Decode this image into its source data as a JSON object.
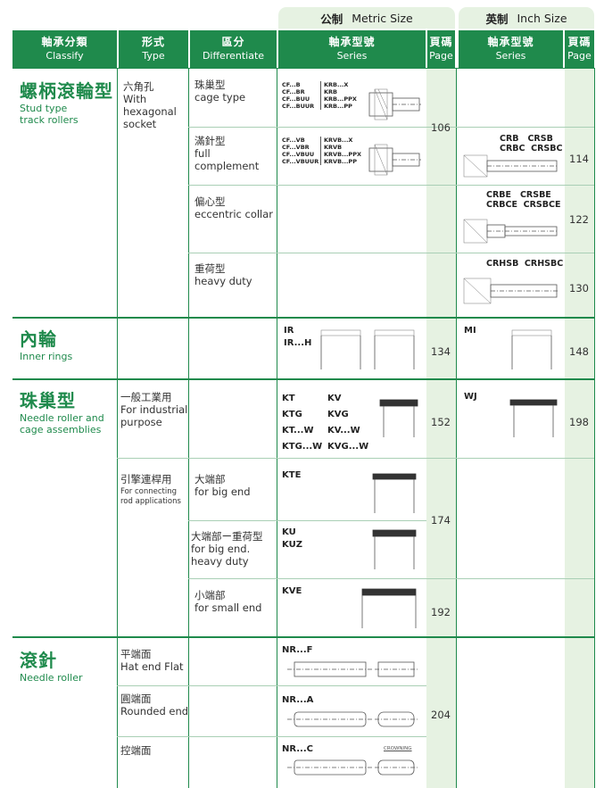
{
  "header": {
    "metric_zh": "公制",
    "metric_en": "Metric Size",
    "inch_zh": "英制",
    "inch_en": "Inch Size",
    "columns": {
      "classify_zh": "軸承分類",
      "classify_en": "Classify",
      "type_zh": "形式",
      "type_en": "Type",
      "diff_zh": "區分",
      "diff_en": "Differentiate",
      "series_zh": "軸承型號",
      "series_en": "Series",
      "page_zh": "頁碼",
      "page_en": "Page"
    }
  },
  "stud": {
    "classify_zh": "螺柄滾輪型",
    "classify_en": "Stud type\ntrack rollers",
    "type_zh": "六角孔",
    "type_en": "With\nhexagonal\nsocket",
    "rows": [
      {
        "diff_zh": "珠巢型",
        "diff_en": "cage type",
        "metric_left": "CF...B\nCF...BR\nCF...BUU\nCF...BUUR",
        "metric_right": "KRB...X\nKRB\nKRB...PPX\nKRB...PP"
      },
      {
        "diff_zh": "滿針型",
        "diff_en": "full\ncomplement",
        "metric_left": "CF...VB\nCF...VBR\nCF...VBUU\nCF...VBUUR",
        "metric_right": "KRVB...X\nKRVB\nKRVB...PPX\nKRVB...PP",
        "inch_series": "CRB   CRSB\nCRBC  CRSBC",
        "inch_page": "114"
      },
      {
        "diff_zh": "偏心型",
        "diff_en": "eccentric collar",
        "inch_series": "CRBE   CRSBE\nCRBCE  CRSBCE",
        "inch_page": "122"
      },
      {
        "diff_zh": "重荷型",
        "diff_en": "heavy duty",
        "inch_series": "CRHSB  CRHSBC",
        "inch_page": "130"
      }
    ],
    "metric_page": "106"
  },
  "inner": {
    "classify_zh": "內輪",
    "classify_en": "Inner rings",
    "metric_series": "IR\nIR...H",
    "metric_page": "134",
    "inch_series": "MI",
    "inch_page": "148"
  },
  "cage": {
    "classify_zh": "珠巢型",
    "classify_en": "Needle roller and\ncage assemblies",
    "industrial": {
      "type_zh": "一般工業用",
      "type_en": "For industrial\npurpose",
      "metric_left": "KT\nKTG\nKT...W\nKTG...W",
      "metric_right": "KV\nKVG\nKV...W\nKVG...W",
      "metric_page": "152",
      "inch_series": "WJ",
      "inch_page": "198"
    },
    "conrod": {
      "type_zh": "引擎連桿用",
      "type_en": "For connecting\nrod applications",
      "rows": [
        {
          "diff_zh": "大端部",
          "diff_en": "for big end",
          "series": "KTE"
        },
        {
          "diff_zh": "大端部ー重荷型",
          "diff_en": "for big end.\nheavy duty",
          "series": "KU\nKUZ"
        },
        {
          "diff_zh": "小端部",
          "diff_en": "for small end",
          "series": "KVE"
        }
      ],
      "page_big": "174",
      "page_small": "192"
    }
  },
  "needle": {
    "classify_zh": "滾針",
    "classify_en": "Needle roller",
    "rows": [
      {
        "type_zh": "平端面",
        "type_en": "Hat end Flat",
        "series": "NR...F"
      },
      {
        "type_zh": "圓端面",
        "type_en": "Rounded end",
        "series": "NR...A"
      },
      {
        "type_zh": "控端面",
        "type_en": "",
        "series": "NR...C",
        "note": "CROWNING"
      }
    ],
    "metric_page": "204"
  }
}
